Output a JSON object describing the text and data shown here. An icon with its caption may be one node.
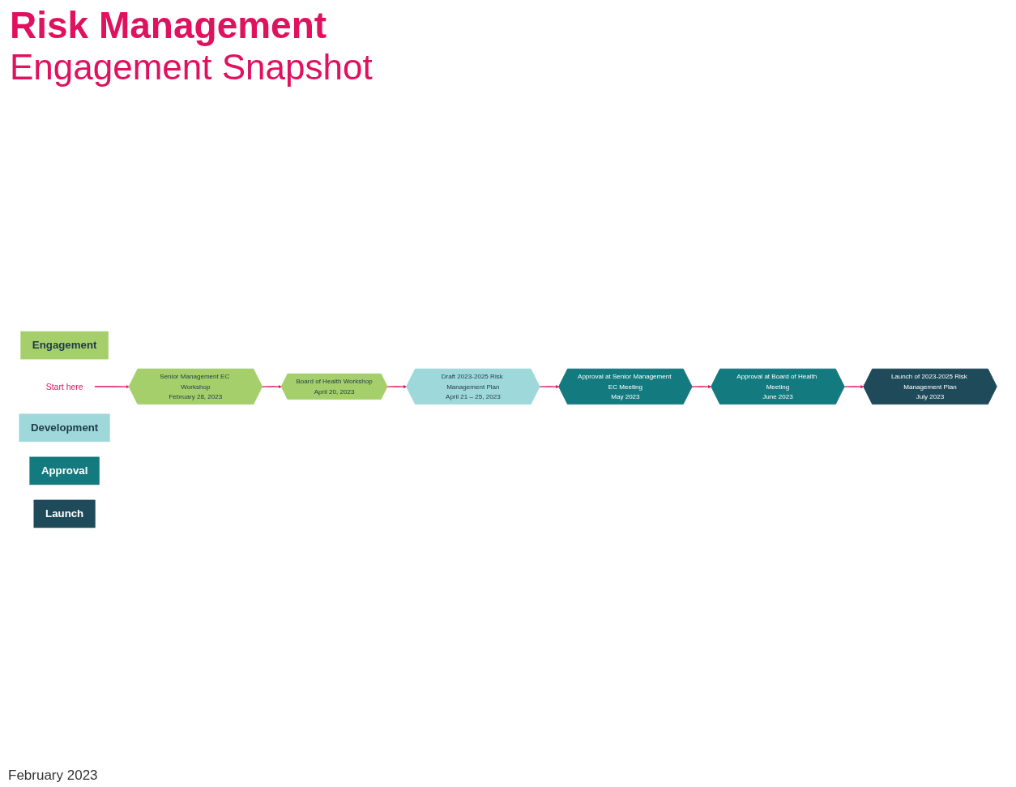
{
  "diagram": {
    "title": "Risk Management",
    "nodes": [
      {
        "text": [
          "Engagement"
        ]
      },
      {
        "text": [
          "Start here"
        ]
      },
      {
        "text": [
          "Senior Management EC Workshop",
          "February 28, 2023"
        ]
      },
      {
        "text": [
          "Board of Health Workshop",
          "April 20, 2023"
        ]
      },
      {
        "text": [
          "Development"
        ]
      },
      {
        "text": [
          "Draft 2023-2025 Risk Management Plan",
          "April 21 – 25, 2023"
        ]
      },
      {
        "text": [
          "Approval at Senior Management EC Meeting",
          "May 2023"
        ]
      },
      {
        "text": [
          "Approval at Board of Health Meeting",
          "June 2023"
        ]
      },
      {
        "text": [
          "Approval"
        ]
      },
      {
        "text": [
          "Launch of 2023-2025 Risk Management Plan",
          "July 2023"
        ]
      },
      {
        "text": [
          "Launch"
        ]
      }
    ],
    "edges": [
      {
        "from": 1,
        "to": 2,
        "arrow": "to"
      },
      {
        "from": 2,
        "to": 3,
        "arrow": "to"
      },
      {
        "from": 3,
        "to": 5,
        "arrow": "to"
      },
      {
        "from": 5,
        "to": 6,
        "arrow": "to"
      },
      {
        "from": 6,
        "to": 7,
        "arrow": "to"
      },
      {
        "from": 7,
        "to": 9,
        "arrow": "to"
      }
    ],
    "labels": [
      "Engagement Snapshot",
      "February 2023"
    ]
  }
}
